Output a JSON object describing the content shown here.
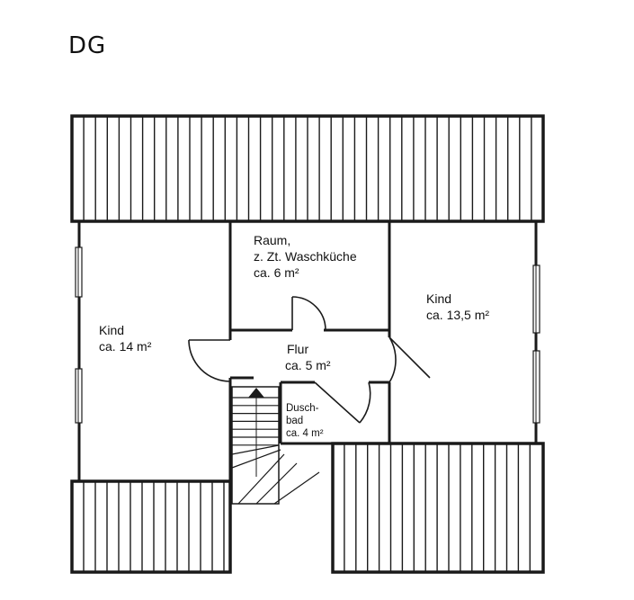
{
  "floor": {
    "title": "DG"
  },
  "rooms": {
    "kind_left": {
      "name": "Kind",
      "area": "ca. 14 m²"
    },
    "raum": {
      "name": "Raum,",
      "note": "z. Zt. Waschküche",
      "area": "ca. 6 m²"
    },
    "kind_right": {
      "name": "Kind",
      "area": "ca. 13,5 m²"
    },
    "flur": {
      "name": "Flur",
      "area": "ca. 5 m²"
    },
    "bad": {
      "name_line1": "Dusch-",
      "name_line2": "bad",
      "area": "ca. 4 m²"
    }
  },
  "colors": {
    "line": "#1a1a1a",
    "background": "#ffffff"
  }
}
